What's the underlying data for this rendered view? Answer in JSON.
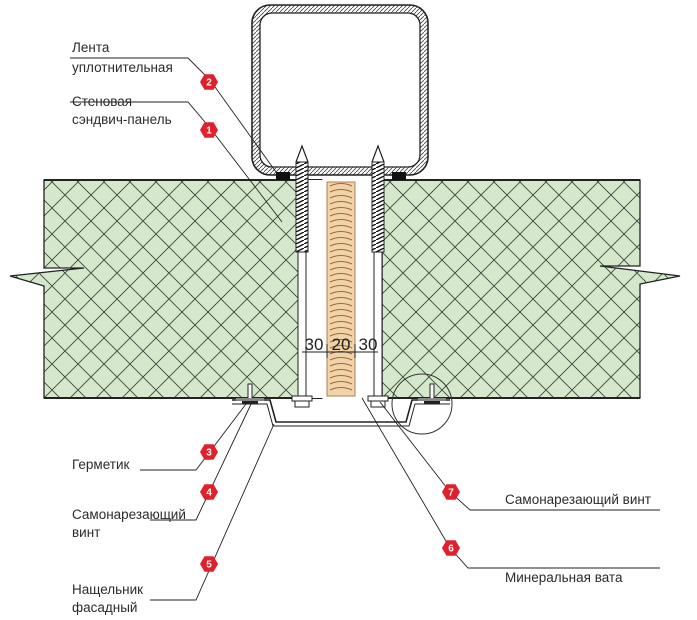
{
  "labels": {
    "tape_line1": "Лента",
    "tape_line2": "уплотнительная",
    "panel_line1": "Стеновая",
    "panel_line2": "сэндвич-панель",
    "sealant": "Герметик",
    "screw_left_line1": "Самонарезающий",
    "screw_left_line2": "винт",
    "flashing_line1": "Нащельник",
    "flashing_line2": "фасадный",
    "screw_right": "Самонарезающий винт",
    "mineral_wool": "Минеральная вата"
  },
  "badges": [
    "1",
    "2",
    "3",
    "4",
    "5",
    "6",
    "7"
  ],
  "dimensions": [
    "30",
    "20",
    "30"
  ],
  "colors": {
    "insulation": "#d6e8cc",
    "hatch": "#3b4a3b",
    "mineral_wool": "#f0d3a8",
    "badge": "#e0202a",
    "steel": "#e8e8e8",
    "line": "#222222"
  }
}
